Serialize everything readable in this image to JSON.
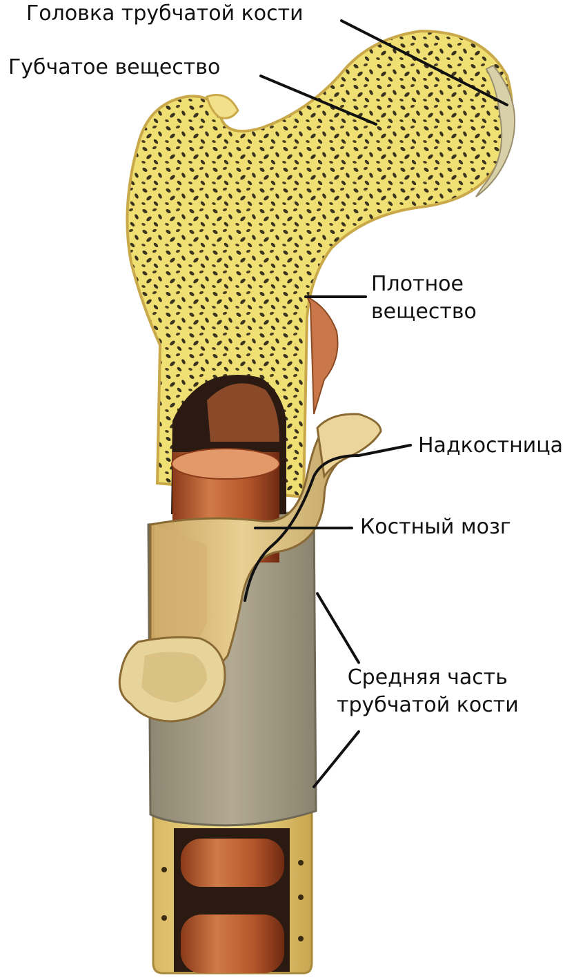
{
  "labels": {
    "head": "Головка трубчатой кости",
    "spongy": "Губчатое вещество",
    "compact_line1": "Плотное",
    "compact_line2": "вещество",
    "periosteum": "Надкостница",
    "marrow": "Костный мозг",
    "shaft_line1": "Средняя часть",
    "shaft_line2": "трубчатой кости"
  },
  "colors": {
    "bone_yellow": "#f2e27a",
    "bone_edge": "#c9a94a",
    "pores": "#3a3320",
    "marrow_red": "#b5562a",
    "marrow_light": "#e08a5a",
    "cavity_dark": "#2a1a12",
    "periosteum_tan": "#e0c98a",
    "shaft_gray": "#9e9785",
    "leader_line": "#111111"
  }
}
